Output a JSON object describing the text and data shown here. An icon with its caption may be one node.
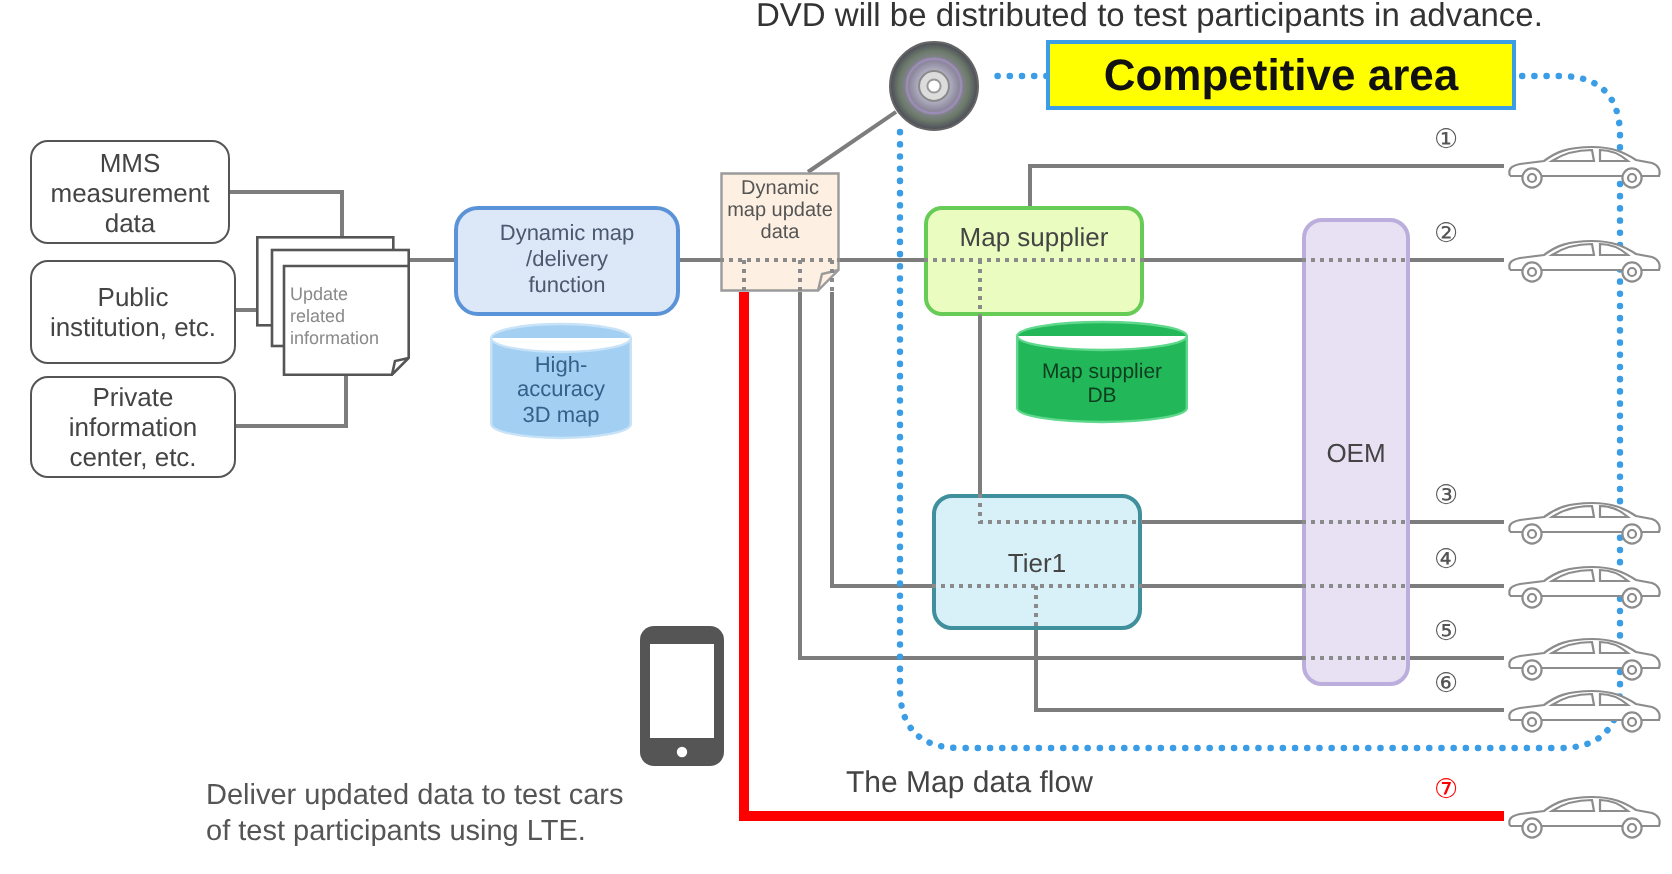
{
  "diagram": {
    "nodes": [
      {
        "text": [
          "MMS measurement data"
        ]
      },
      {
        "text": [
          "Public institution, etc."
        ]
      },
      {
        "text": [
          "Private information center, etc."
        ]
      },
      {
        "text": [
          "Update related information"
        ]
      },
      {
        "text": [
          "Dynamic map /delivery function"
        ]
      },
      {
        "text": [
          "High-accuracy 3D map"
        ]
      },
      {
        "text": [
          "Dynamic map update data"
        ]
      },
      {
        "text": [],
        "shape": "picture",
        "beside": [
          "DVD will be distributed to test participants in advance."
        ]
      },
      {
        "text": [
          "Competitive area"
        ]
      },
      {
        "text": [
          "Map supplier"
        ],
        "in": 8
      },
      {
        "text": [
          "Map supplier DB"
        ],
        "in": 8
      },
      {
        "text": [
          "OEM"
        ],
        "in": 8
      },
      {
        "text": [
          "Tier1"
        ],
        "in": 8
      },
      {
        "text": [],
        "shape": "car"
      },
      {
        "text": [],
        "shape": "car"
      },
      {
        "text": [],
        "shape": "car"
      },
      {
        "text": [],
        "shape": "car"
      },
      {
        "text": [],
        "shape": "car"
      },
      {
        "text": [],
        "shape": "car"
      },
      {
        "text": [],
        "shape": "car"
      }
    ],
    "edges": [
      {
        "from": 0,
        "to": 3,
        "arrow": "none"
      },
      {
        "from": 1,
        "to": 3,
        "arrow": "none"
      },
      {
        "from": 2,
        "to": 3,
        "arrow": "none"
      },
      {
        "from": 3,
        "to": 4,
        "arrow": "none"
      },
      {
        "from": 4,
        "to": 6,
        "arrow": "none"
      },
      {
        "from": 6,
        "to": 7,
        "arrow": "none"
      },
      {
        "from": 6,
        "to": 9,
        "arrow": "none"
      },
      {
        "from": 9,
        "to": 13,
        "arrow": "none"
      },
      {
        "from": 9,
        "to": 11,
        "arrow": "none"
      },
      {
        "from": 11,
        "to": 14,
        "arrow": "none"
      },
      {
        "from": 9,
        "to": 12,
        "arrow": "none"
      },
      {
        "from": 12,
        "to": 11,
        "arrow": "none"
      },
      {
        "from": 11,
        "to": 15,
        "arrow": "none"
      },
      {
        "from": 6,
        "to": 12,
        "arrow": "none"
      },
      {
        "from": 12,
        "to": 11,
        "arrow": "none"
      },
      {
        "from": 11,
        "to": 16,
        "arrow": "none"
      },
      {
        "from": 6,
        "to": 11,
        "arrow": "none"
      },
      {
        "from": 11,
        "to": 17,
        "arrow": "none"
      },
      {
        "from": 12,
        "to": 18,
        "arrow": "none"
      },
      {
        "from": 6,
        "to": 19,
        "arrow": "none",
        "label": "The Map data flow",
        "style": "thick",
        "color": "#ff0000"
      }
    ],
    "labels": [
      "①",
      "②",
      "③",
      "④",
      "⑤",
      "⑥",
      "Deliver updated data to test cars of test participants using LTE.",
      "⑦"
    ]
  }
}
